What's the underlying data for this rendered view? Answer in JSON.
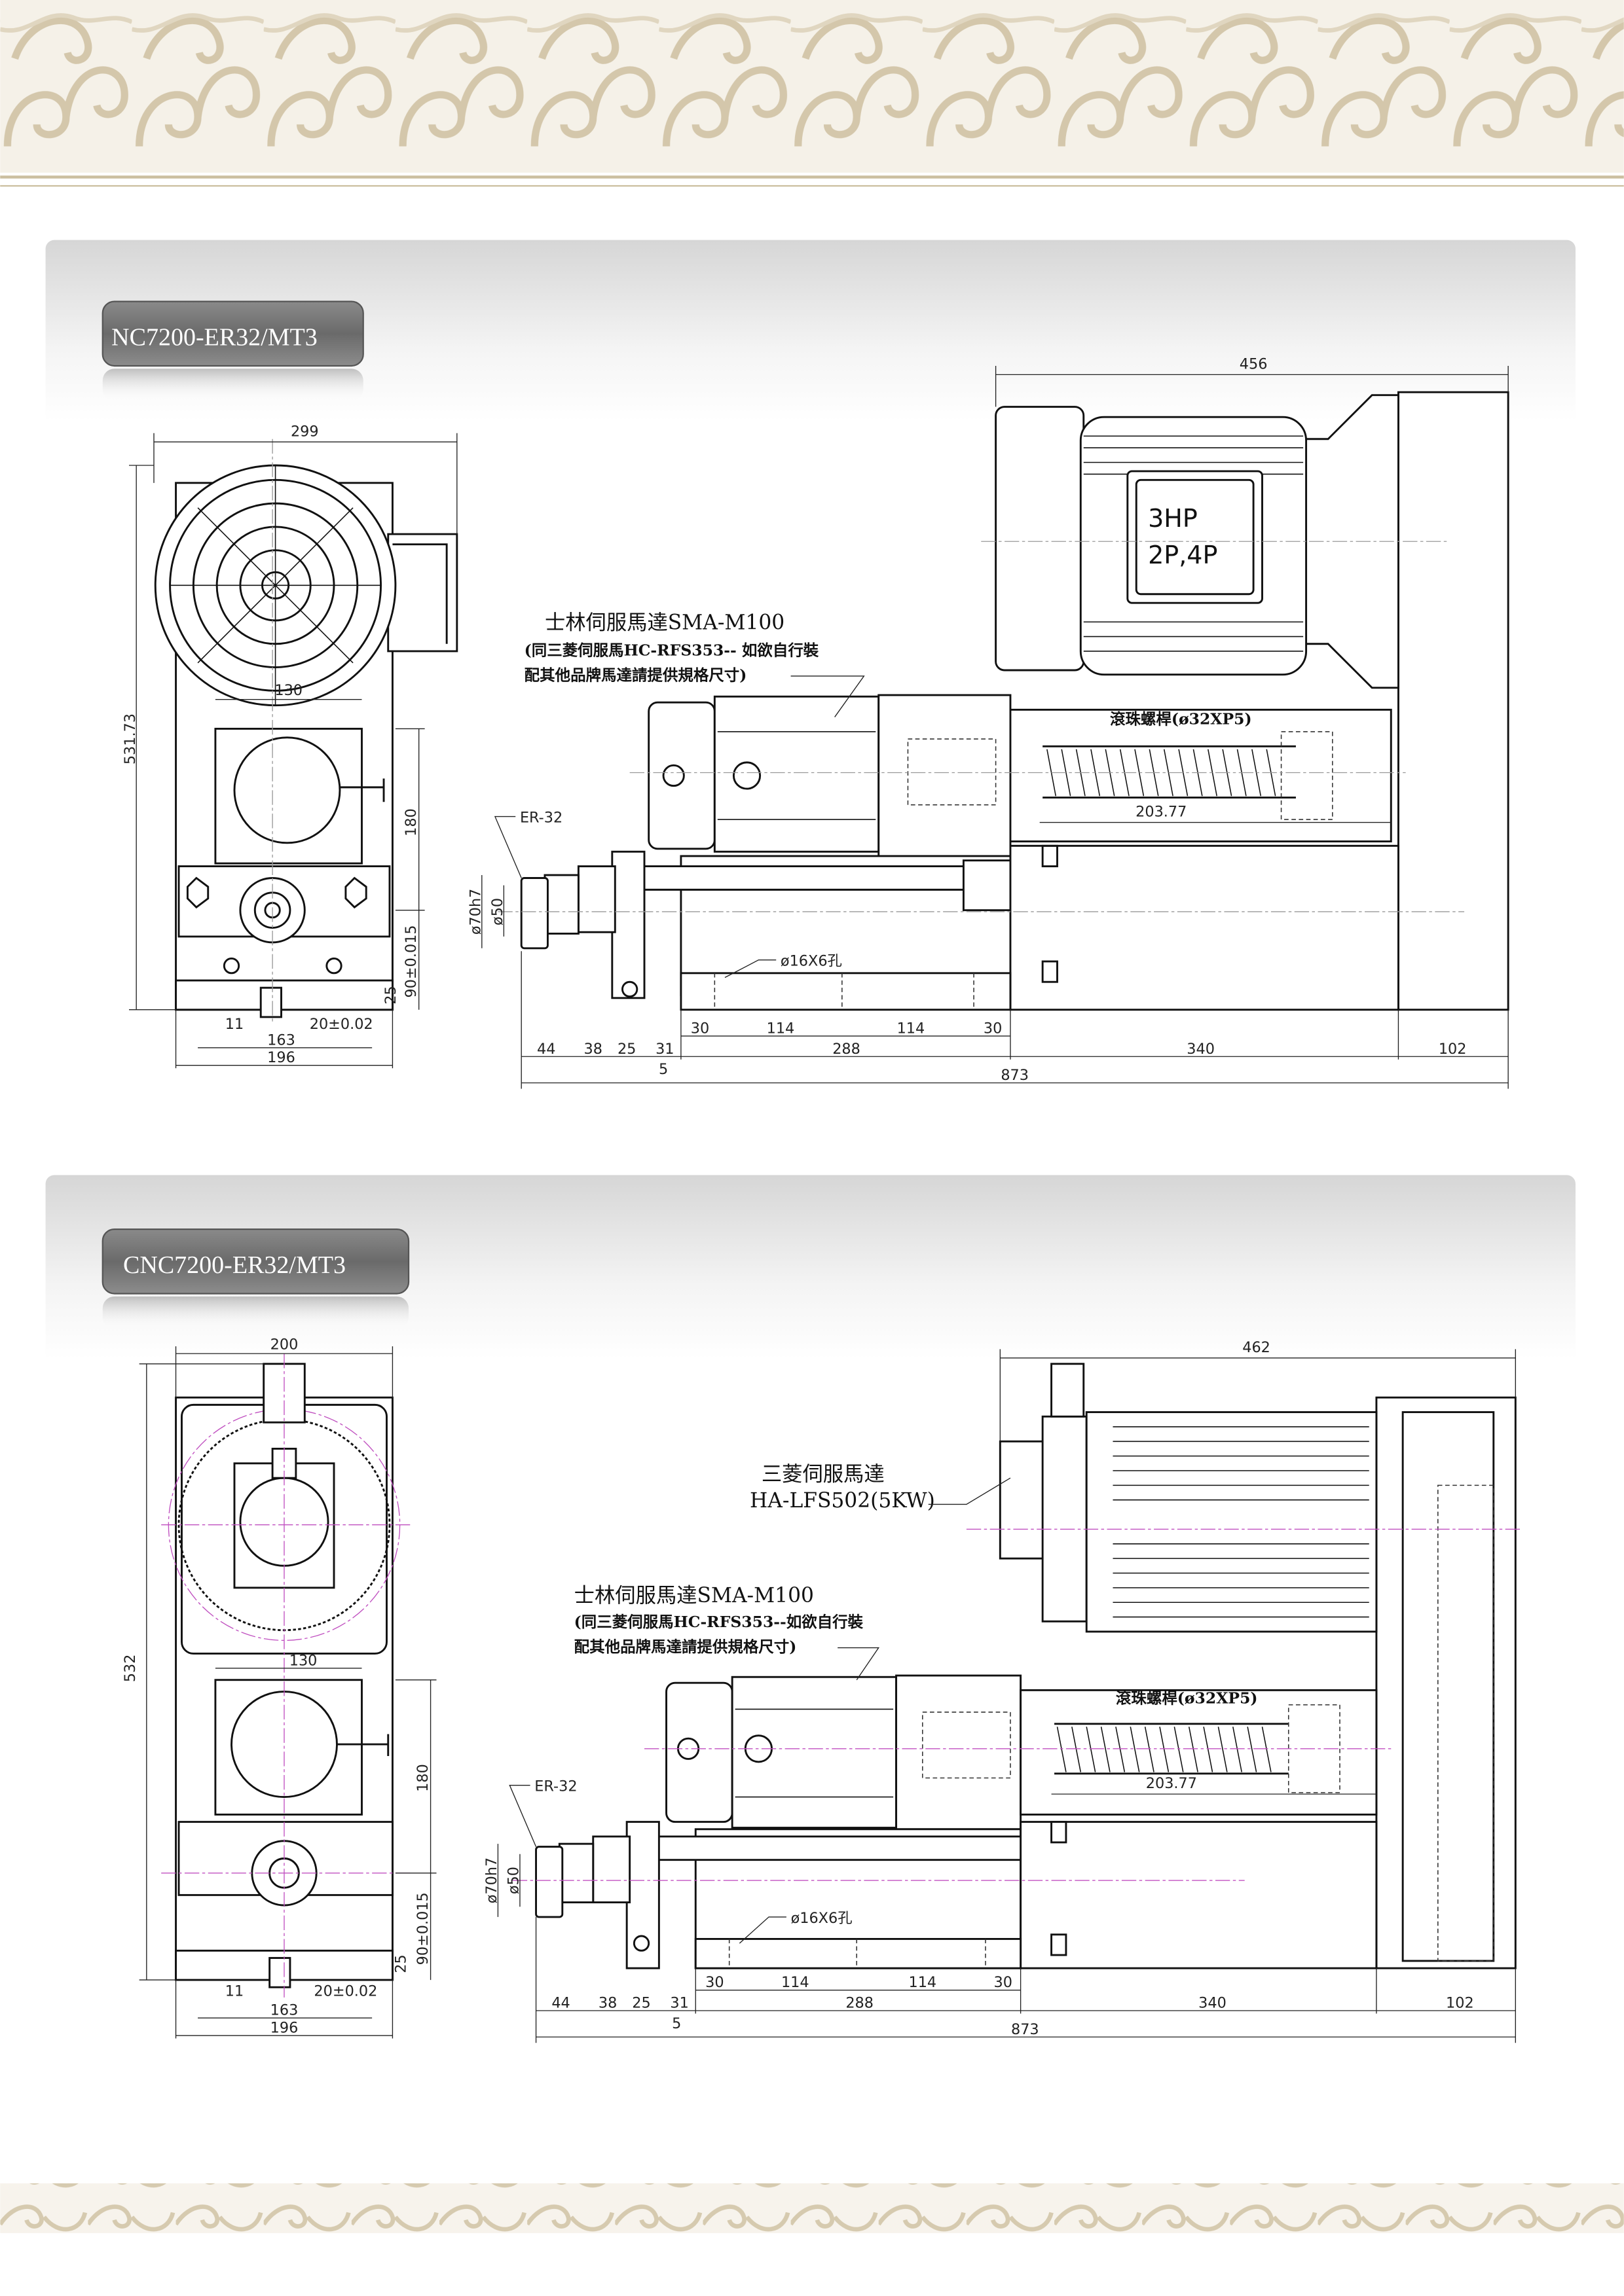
{
  "sections": [
    {
      "title": "NC7200-ER32/MT3",
      "front_view": {
        "overall_width": "299",
        "overall_height": "531.73",
        "gearbox_width": "130",
        "gearbox_height": "180",
        "spindle_height": "90±0.015",
        "base_height": "25",
        "slot_depth": "11",
        "slot_width": "20±0.02",
        "hole_spacing": "163",
        "base_width": "196"
      },
      "side_view": {
        "total_top": "456",
        "motor_power": "3HP",
        "motor_poles": "2P,4P",
        "servo_label": [
          "士林伺服馬達SMA-M100",
          "(同三菱伺服馬HC-RFS353-- 如欲自行裝",
          "配其他品牌馬達請提供規格尺寸)"
        ],
        "ball_screw": "滾珠螺桿(ø32XP5)",
        "screw_length": "203.77",
        "collet": "ER-32",
        "dia_outer": "ø70h7",
        "dia_inner": "ø50",
        "holes": "ø16X6孔",
        "hole_dims": [
          "30",
          "114",
          "114",
          "30"
        ],
        "bottom_dims": [
          "44",
          "38",
          "25",
          "31",
          "288",
          "340",
          "102"
        ],
        "gap": "5",
        "total_length": "873"
      }
    },
    {
      "title": "CNC7200-ER32/MT3",
      "front_view": {
        "overall_width": "200",
        "overall_height": "532",
        "gearbox_width": "130",
        "gearbox_height": "180",
        "spindle_height": "90±0.015",
        "base_height": "25",
        "slot_depth": "11",
        "slot_width": "20±0.02",
        "hole_spacing": "163",
        "base_width": "196"
      },
      "side_view": {
        "total_top": "462",
        "feed_servo_label": [
          "三菱伺服馬達",
          "HA-LFS502(5KW)"
        ],
        "servo_label": [
          "士林伺服馬達SMA-M100",
          "(同三菱伺服馬HC-RFS353--如欲自行裝",
          "配其他品牌馬達請提供規格尺寸)"
        ],
        "ball_screw": "滾珠螺桿(ø32XP5)",
        "screw_length": "203.77",
        "collet": "ER-32",
        "dia_outer": "ø70h7",
        "dia_inner": "ø50",
        "holes": "ø16X6孔",
        "hole_dims": [
          "30",
          "114",
          "114",
          "30"
        ],
        "bottom_dims": [
          "44",
          "38",
          "25",
          "31",
          "288",
          "340",
          "102"
        ],
        "gap": "5",
        "total_length": "873"
      }
    }
  ],
  "colors": {
    "border": "#d9cfb8",
    "band": "#f4efe5",
    "badge": "#6f6f6f",
    "panel_top": "#dcdcdc"
  }
}
